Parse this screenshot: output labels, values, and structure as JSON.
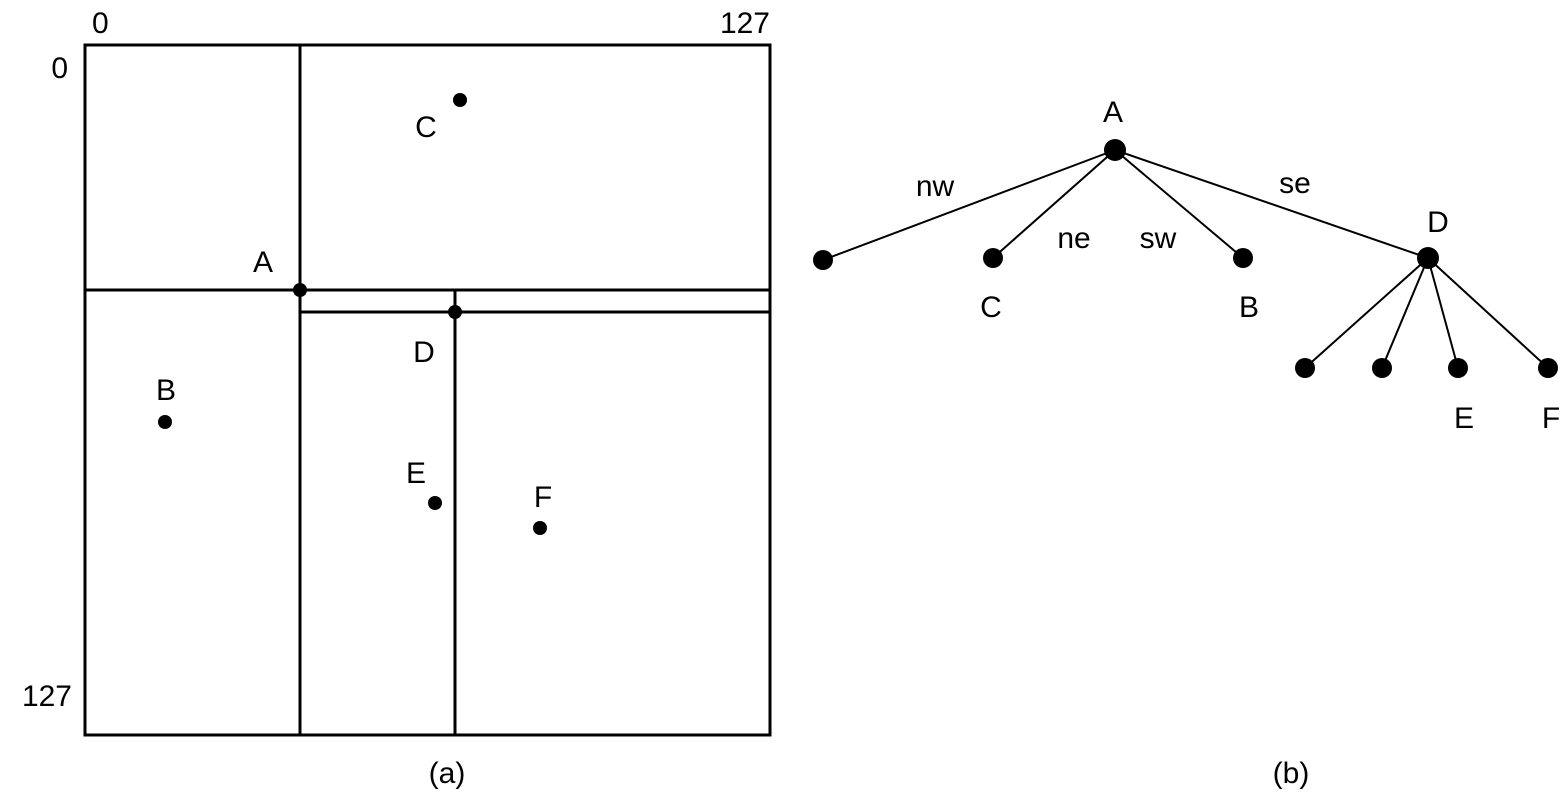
{
  "figure": {
    "kind": "point-quadtree-figure",
    "panel_a": {
      "caption": "(a)",
      "axis": {
        "x_min_label": "0",
        "x_max_label": "127",
        "y_min_label": "0",
        "y_max_label": "127"
      },
      "points": [
        {
          "label": "A",
          "x": 40,
          "y": 45
        },
        {
          "label": "B",
          "x": 15,
          "y": 70
        },
        {
          "label": "C",
          "x": 70,
          "y": 10
        },
        {
          "label": "D",
          "x": 69,
          "y": 50
        },
        {
          "label": "E",
          "x": 65,
          "y": 84
        },
        {
          "label": "F",
          "x": 84,
          "y": 89
        }
      ]
    },
    "panel_b": {
      "caption": "(b)",
      "node_labels": {
        "A": "A",
        "B": "B",
        "C": "C",
        "D": "D",
        "E": "E",
        "F": "F"
      },
      "edge_labels": {
        "nw": "nw",
        "ne": "ne",
        "sw": "sw",
        "se": "se"
      },
      "tree": {
        "root": "A",
        "A_children_left_to_right": [
          "empty",
          "C",
          "B",
          "D"
        ],
        "D_children_left_to_right": [
          "empty",
          "empty",
          "E",
          "F"
        ]
      }
    },
    "colors": {
      "ink": "#000000",
      "background": "#ffffff"
    }
  }
}
